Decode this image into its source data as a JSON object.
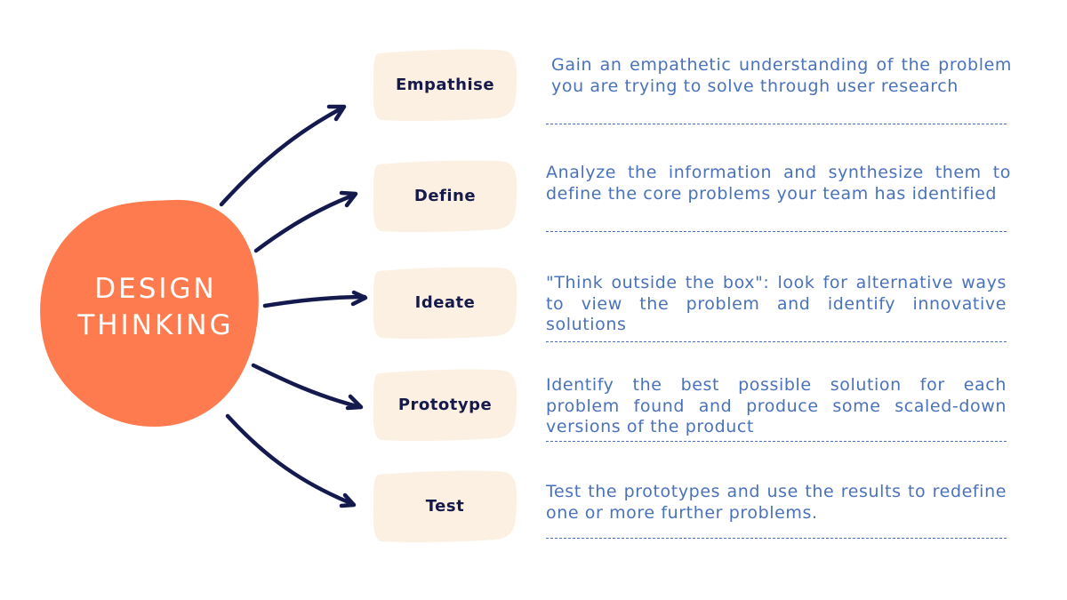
{
  "diagram": {
    "center": {
      "line1": "DESIGN",
      "line2": "THINKING",
      "color": "#fd7b4e"
    },
    "box_color": "#fbf0e2",
    "arrow_color": "#141a4e",
    "text_color": "#4a72bb",
    "steps": [
      {
        "label": "Empathise",
        "description": "Gain an empathetic understanding of the problem you are trying to solve through user research"
      },
      {
        "label": "Define",
        "description": "Analyze the information and synthesize them to define the core problems your team has identified"
      },
      {
        "label": "Ideate",
        "description": "\"Think outside the box\": look for alternative ways to view the problem and identify innovative solutions"
      },
      {
        "label": "Prototype",
        "description": "Identify the best possible solution for each problem found and produce some scaled-down versions of the product"
      },
      {
        "label": "Test",
        "description": "Test the prototypes and use the results to redefine one or more further problems."
      }
    ]
  }
}
